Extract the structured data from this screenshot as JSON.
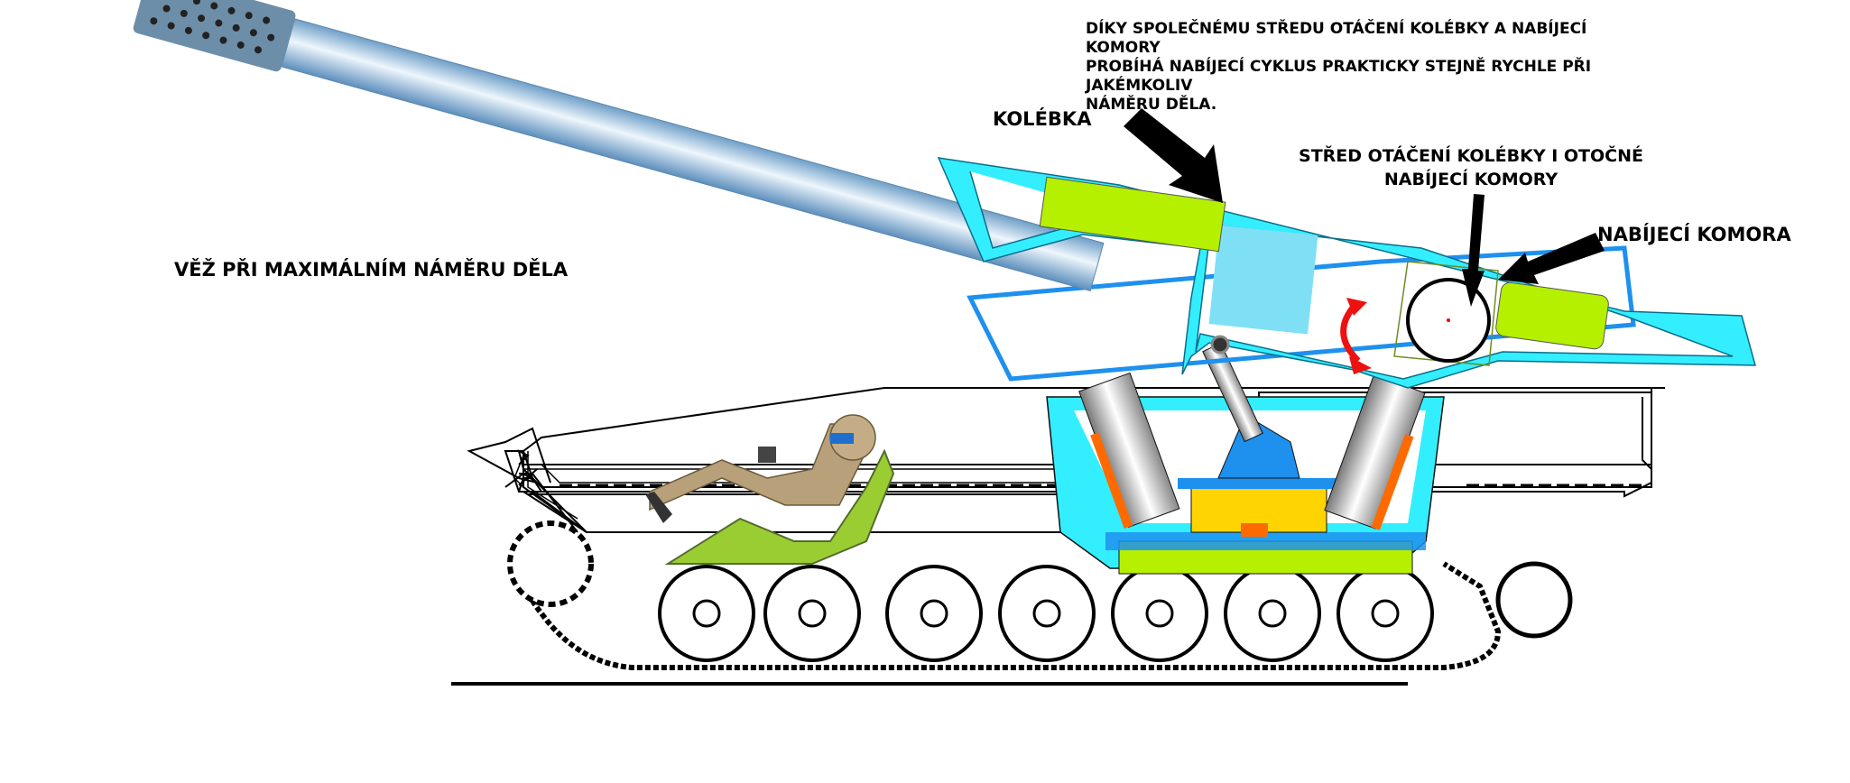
{
  "annotations": {
    "note_lines": [
      "DÍKY SPOLEČNÉMU STŘEDU OTÁČENÍ KOLÉBKY A NABÍJECÍ KOMORY",
      "PROBÍHÁ NABÍJECÍ CYKLUS PRAKTICKY STEJNĚ RYCHLE PŘI JAKÉMKOLIV",
      "NÁMĚRU DĚLA."
    ],
    "cradle_label": "KOLÉBKA",
    "turret_label": "VĚŽ PŘI MAXIMÁLNÍM NÁMĚRU DĚLA",
    "pivot_label_lines": [
      "STŘED OTÁČENÍ KOLÉBKY I OTOČNÉ",
      "NABÍJECÍ KOMORY"
    ],
    "chamber_label": "NABÍJECÍ KOMORA"
  },
  "colors": {
    "cradle": "#33eeff",
    "turret_outline": "#1e90ee",
    "barrel": "#a8cce6",
    "green": "#b5f000",
    "rotation_arrow": "#ee1111",
    "yellow": "#ffd400",
    "orange": "#ff6a00"
  }
}
